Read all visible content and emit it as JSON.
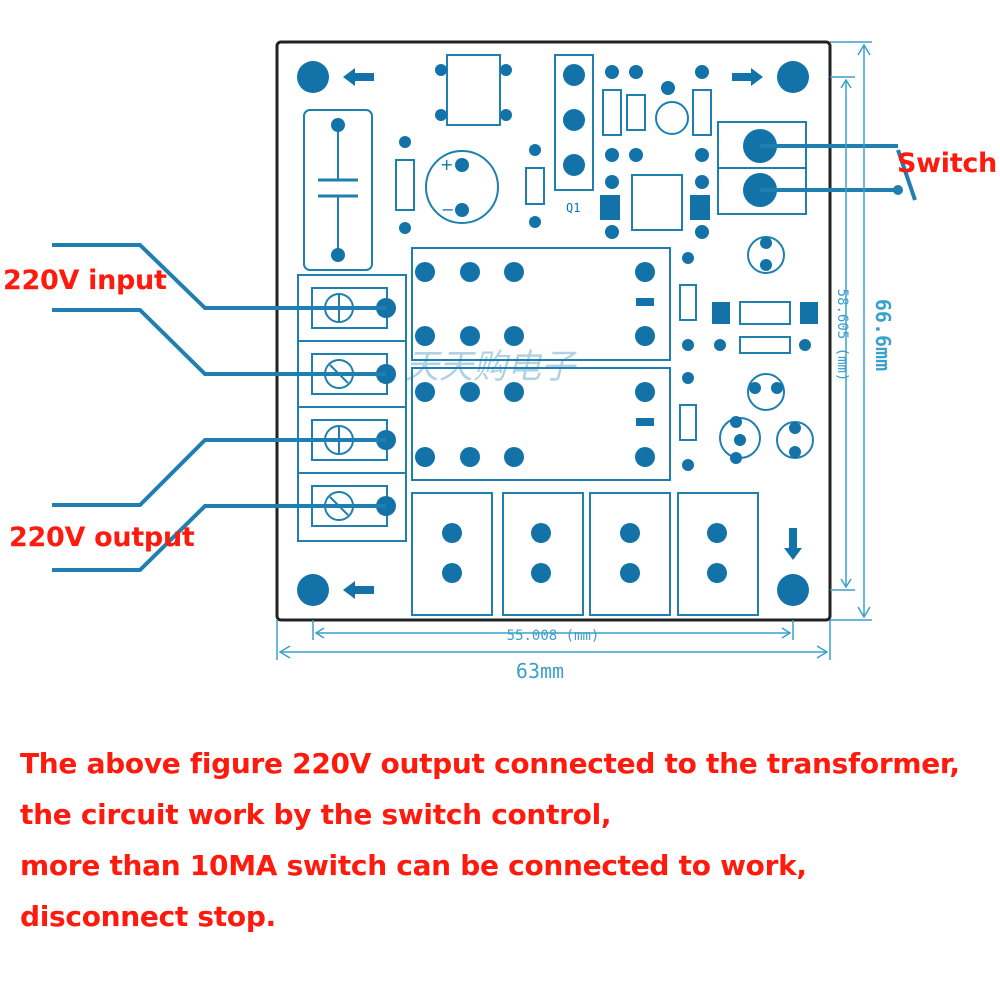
{
  "labels": {
    "switch": "Switch",
    "input": "220V input",
    "output": "220V output"
  },
  "dimensions": {
    "outer_height": "66.6mm",
    "inner_height": "58.605 (mm)",
    "inner_width": "55.008 (mm)",
    "outer_width": "63mm"
  },
  "component_labels": {
    "transistor": "Q1"
  },
  "watermark": "天天购电子",
  "note": {
    "lines": [
      "The above figure 220V output connected to the transformer,",
      "the circuit work by the switch control,",
      "more than 10MA switch can be connected to work,",
      "disconnect stop."
    ]
  },
  "colors": {
    "board_outline": "#222222",
    "copper": "#1e7fb0",
    "pad": "#1373a8",
    "dimension": "#3aa0cc",
    "label": "#ff1a0e",
    "wire": "#1e7fb0"
  }
}
